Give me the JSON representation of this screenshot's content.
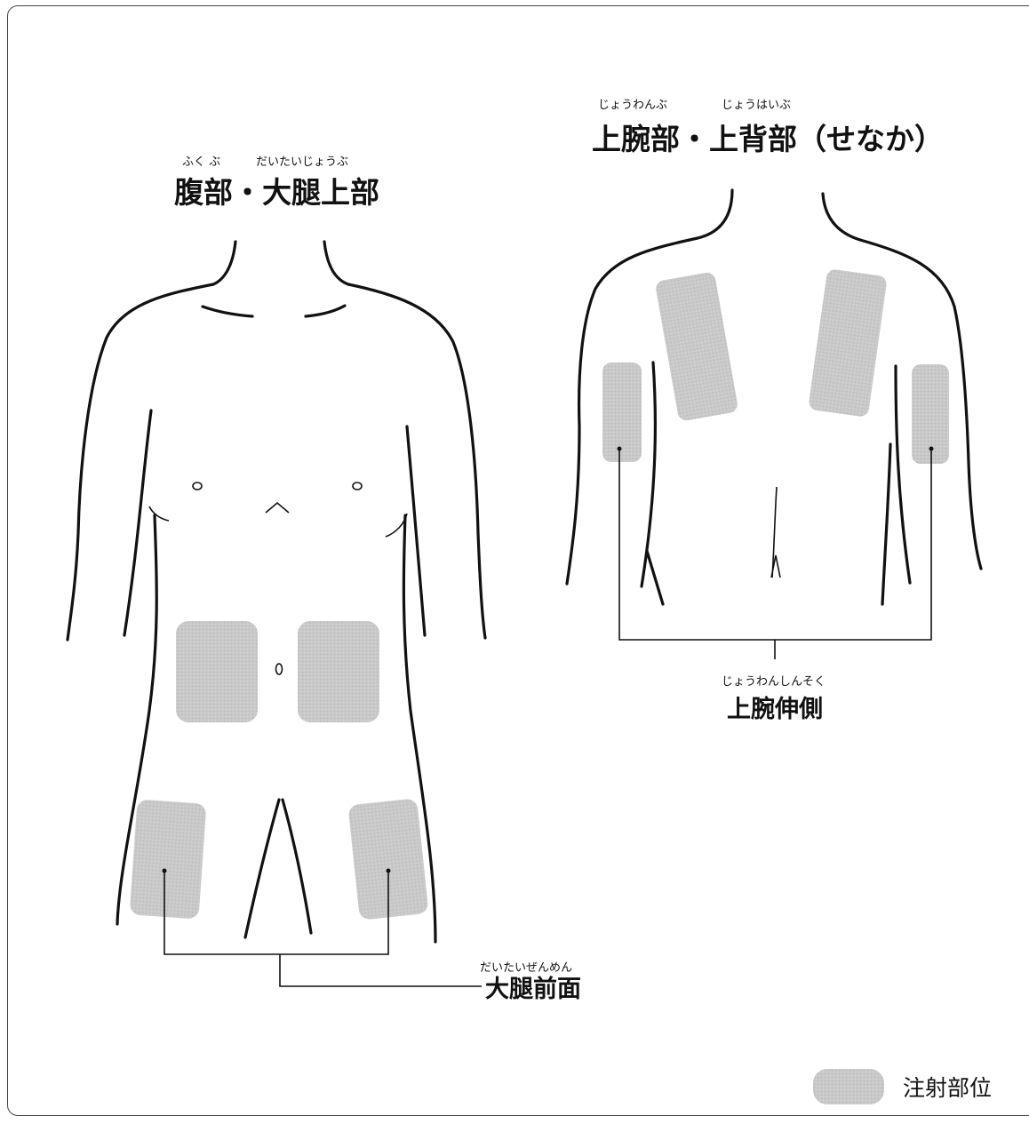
{
  "colors": {
    "injection_site": "#c4c4c4",
    "line": "#111111"
  },
  "front": {
    "title": "腹部・大腿上部",
    "title_ruby_1": "ふく ぶ",
    "title_ruby_2": "だいたいじょうぶ",
    "thigh_label": "大腿前面",
    "thigh_label_ruby": "だいたいぜんめん"
  },
  "back": {
    "title": "上腕部・上背部（せなか）",
    "title_ruby_1": "じょうわんぶ",
    "title_ruby_2": "じょうはいぶ",
    "arm_label": "上腕伸側",
    "arm_label_ruby": "じょうわんしんそく"
  },
  "legend": {
    "label": "注射部位"
  }
}
